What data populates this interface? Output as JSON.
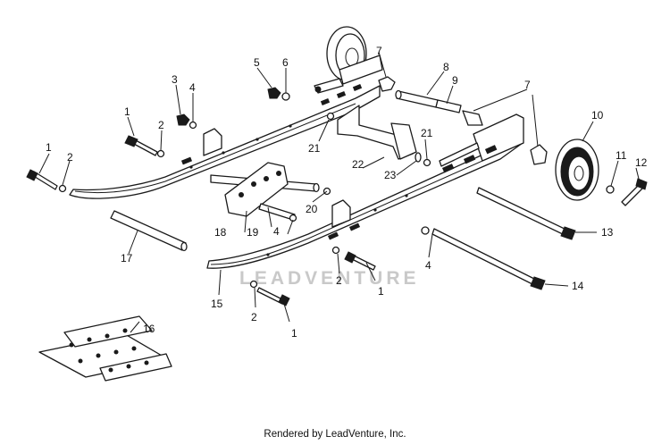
{
  "callouts": [
    "1",
    "2",
    "3",
    "4",
    "5",
    "6",
    "7",
    "8",
    "9",
    "10",
    "11",
    "12",
    "13",
    "14",
    "15",
    "16",
    "17",
    "18",
    "19",
    "20",
    "21",
    "22",
    "23"
  ],
  "watermark": "LEADVENTURE",
  "footer_text": "Rendered by LeadVenture, Inc."
}
